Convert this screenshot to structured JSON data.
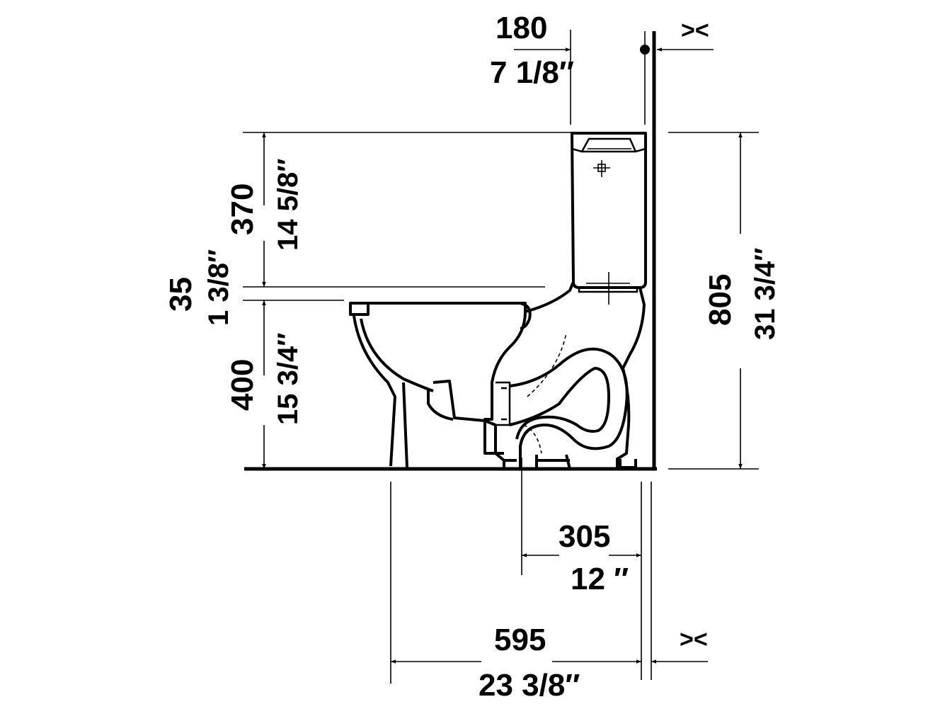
{
  "dimensions": {
    "tank_offset": {
      "mm": "180",
      "inch": "7 1/8″"
    },
    "tank_height": {
      "mm": "370",
      "inch": "14 5/8″"
    },
    "seat_gap": {
      "mm": "35",
      "inch": "1 3/8″"
    },
    "bowl_height": {
      "mm": "400",
      "inch": "15 3/4″"
    },
    "total_height": {
      "mm": "805",
      "inch": "31 3/4″"
    },
    "rough_in": {
      "mm": "305",
      "inch": "12 ″"
    },
    "total_depth": {
      "mm": "595",
      "inch": "23 3/8″"
    }
  },
  "wall_gap_symbol": "><"
}
